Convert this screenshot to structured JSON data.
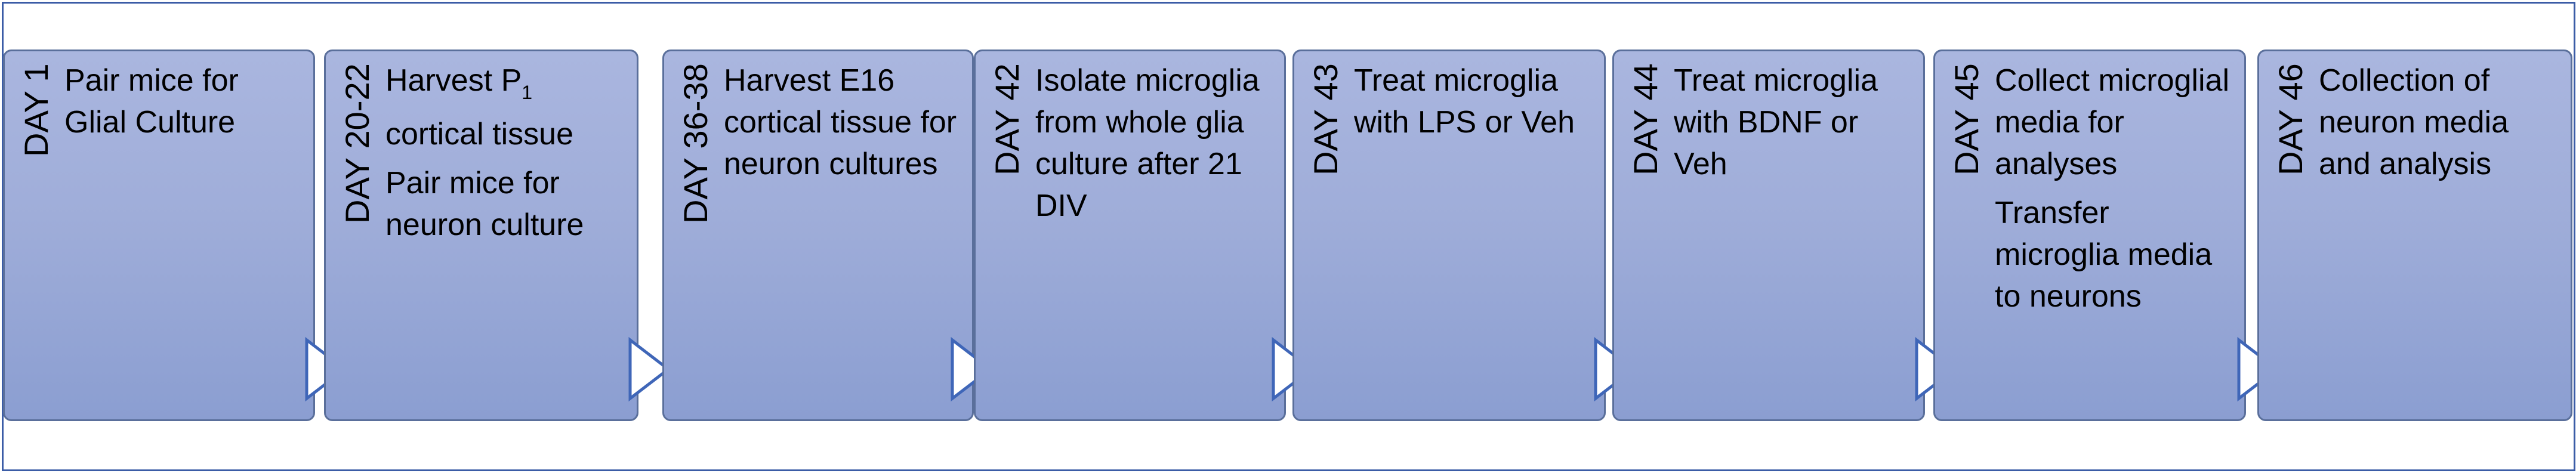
{
  "steps": [
    {
      "day": "DAY 1",
      "lines": [
        "Pair mice for Glial Culture"
      ]
    },
    {
      "day": "DAY 20-22",
      "line1_pre": "Harvest P",
      "line1_sub": "1",
      "line1_post": "cortical tissue",
      "line2": "Pair mice for neuron culture"
    },
    {
      "day": "DAY 36-38",
      "lines": [
        "Harvest E16 cortical tissue for neuron cultures"
      ]
    },
    {
      "day": "DAY 42",
      "lines": [
        "Isolate microglia from whole glia culture after 21 DIV"
      ]
    },
    {
      "day": "DAY 43",
      "lines": [
        "Treat microglia with LPS or Veh"
      ]
    },
    {
      "day": "DAY 44",
      "lines": [
        "Treat microglia with BDNF or Veh"
      ]
    },
    {
      "day": "DAY 45",
      "lines": [
        "Collect microglial media for analyses",
        "Transfer microglia media to neurons"
      ]
    },
    {
      "day": "DAY 46",
      "lines": [
        "Collection of neuron media and analysis"
      ]
    }
  ],
  "colors": {
    "border": "#3b5ca6",
    "box_top": "#aab6df",
    "box_bottom": "#8b9ed1",
    "arrow_fill": "#ffffff",
    "arrow_stroke": "#3f66b8"
  }
}
